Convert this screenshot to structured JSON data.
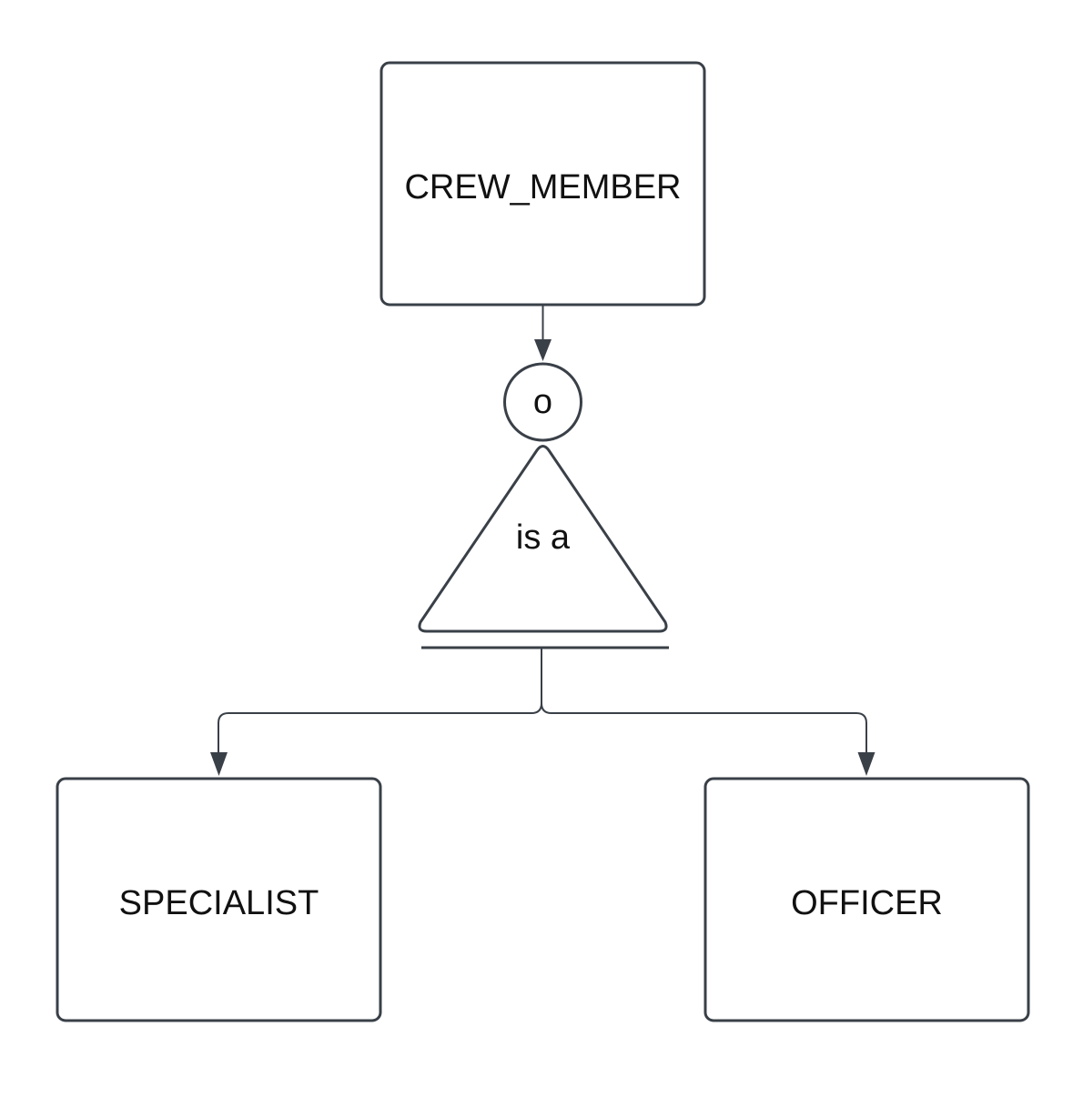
{
  "diagram": {
    "superclass": {
      "label": "CREW_MEMBER"
    },
    "constraint": {
      "symbol": "o"
    },
    "relationship": {
      "label": "is a"
    },
    "subclasses": [
      {
        "label": "SPECIALIST"
      },
      {
        "label": "OFFICER"
      }
    ]
  },
  "colors": {
    "stroke": "#3a4048",
    "text": "#111111",
    "background": "#ffffff"
  }
}
